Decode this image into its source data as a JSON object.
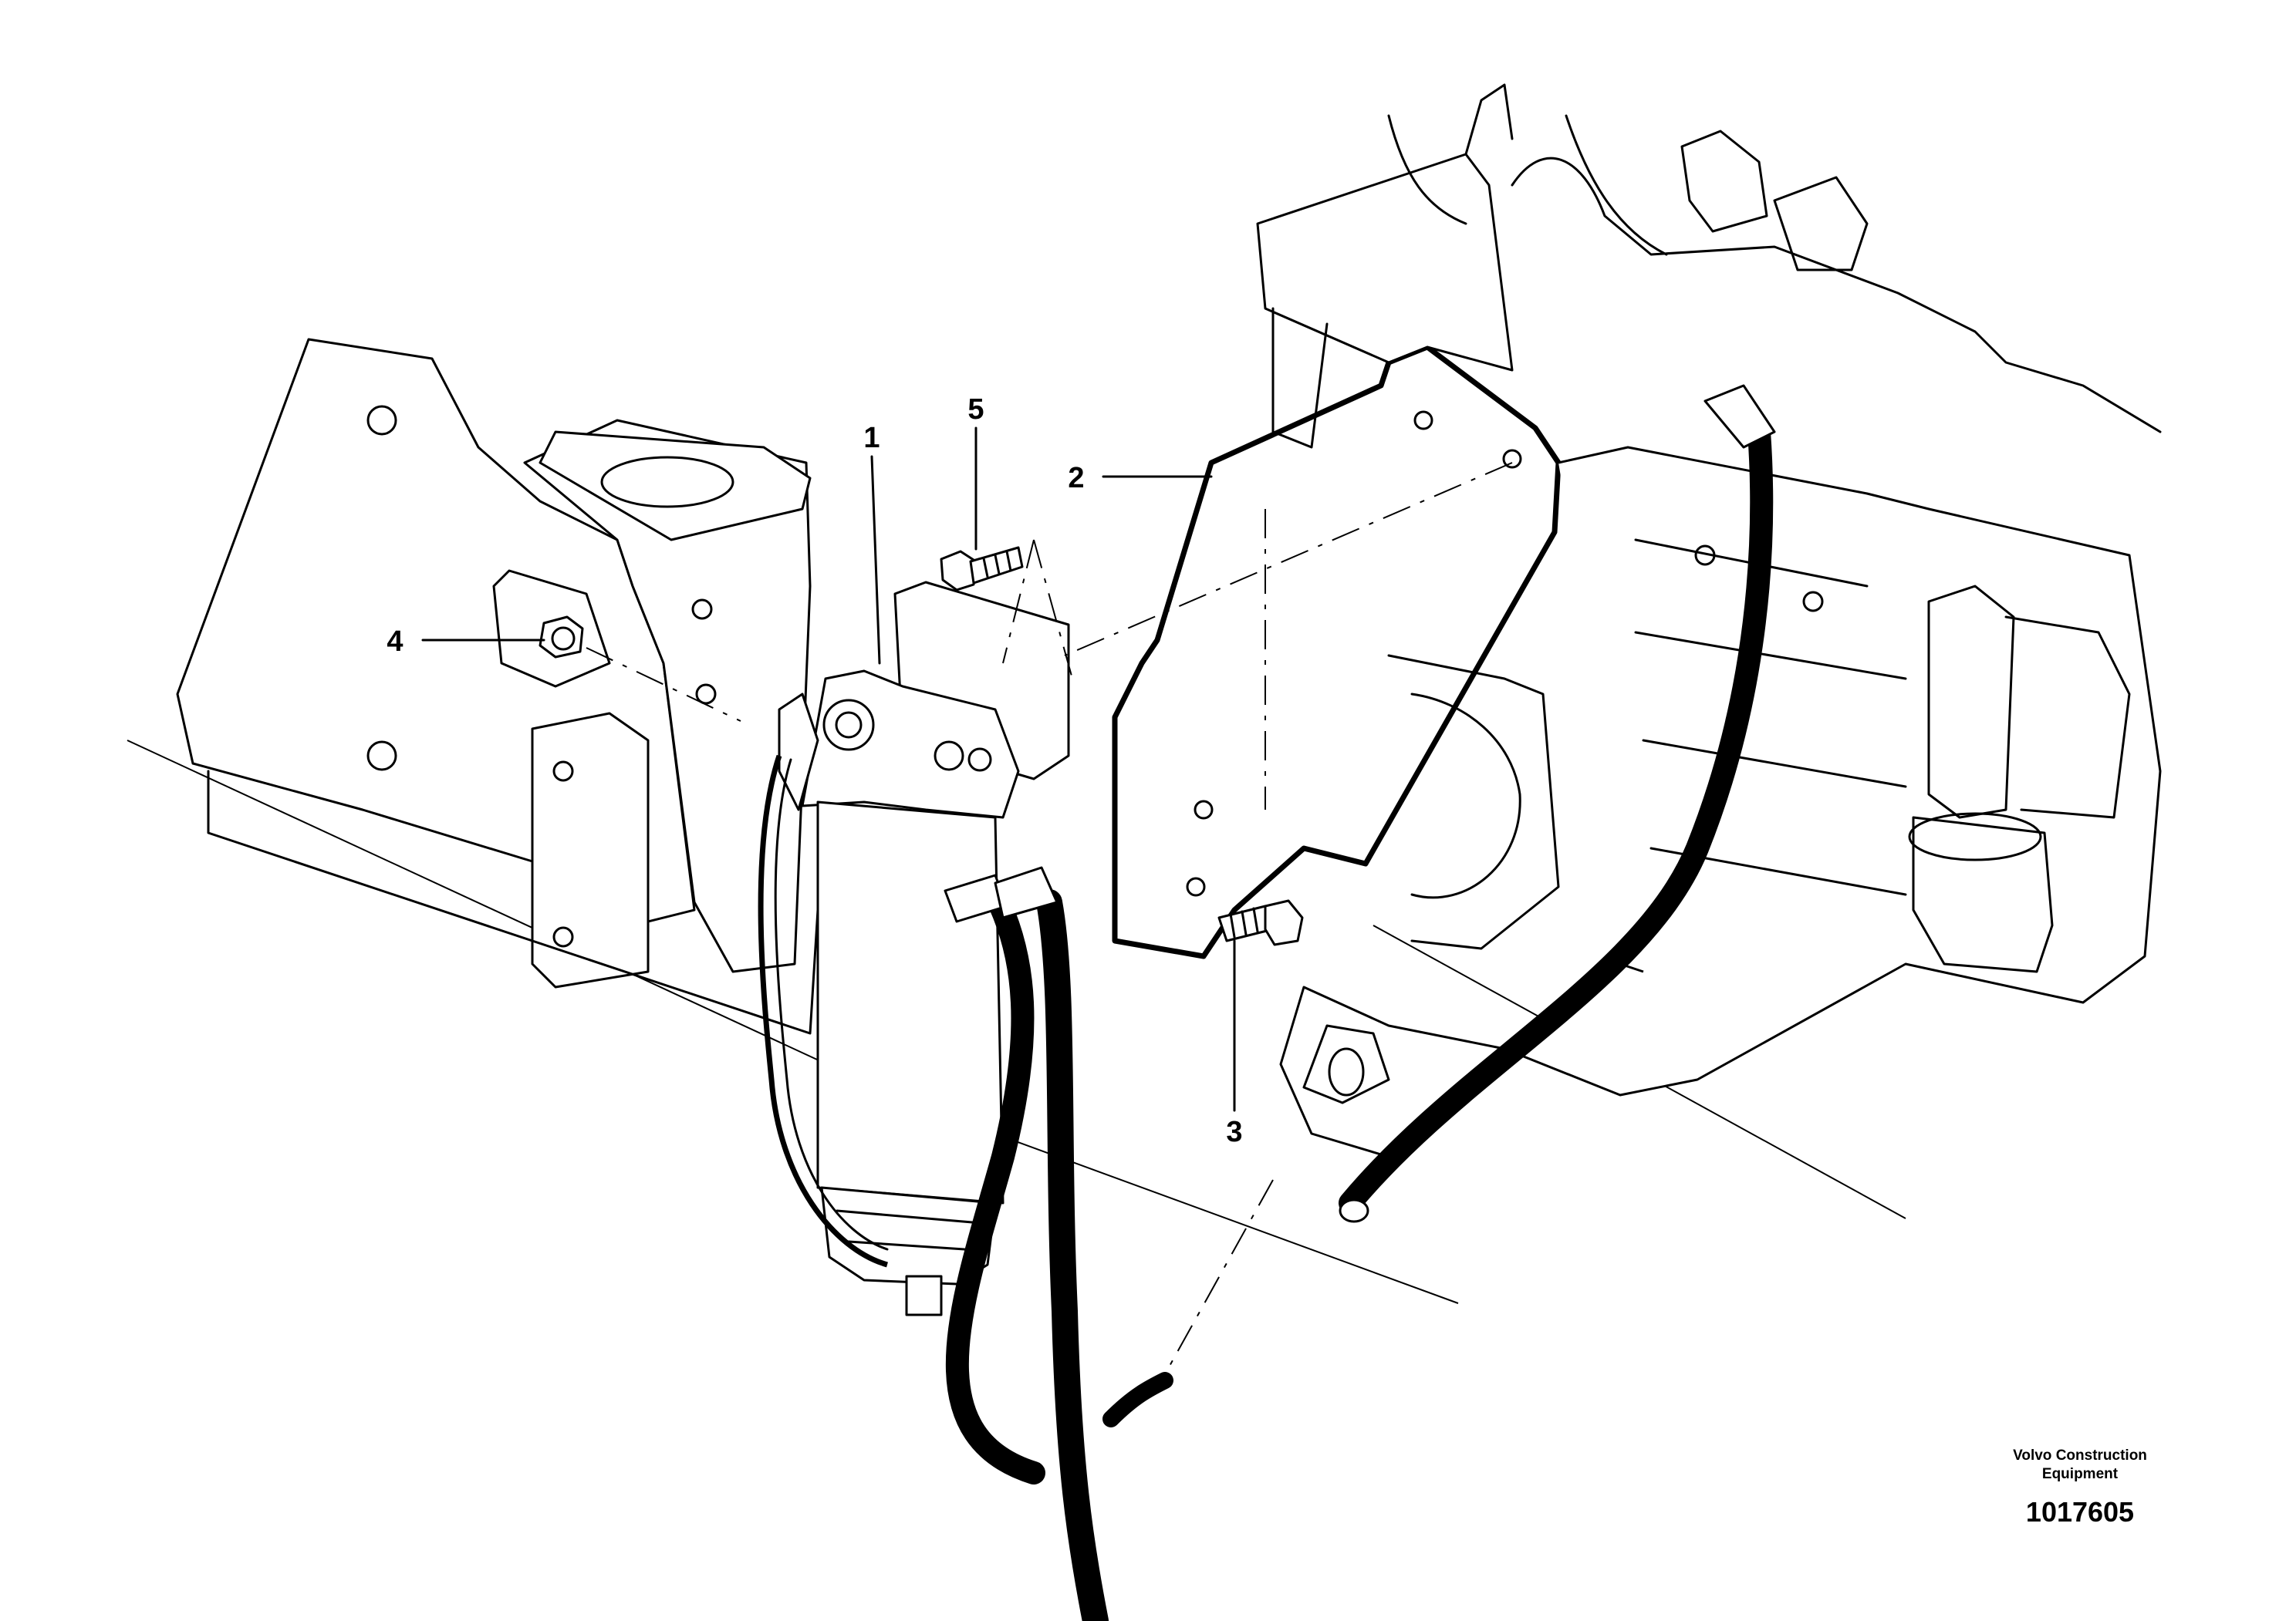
{
  "callouts": [
    {
      "id": "1",
      "label": "1"
    },
    {
      "id": "2",
      "label": "2"
    },
    {
      "id": "3",
      "label": "3"
    },
    {
      "id": "4",
      "label": "4"
    },
    {
      "id": "5",
      "label": "5"
    }
  ],
  "caption": {
    "publisher": "Volvo Construction Equipment",
    "document_number": "1017605"
  }
}
